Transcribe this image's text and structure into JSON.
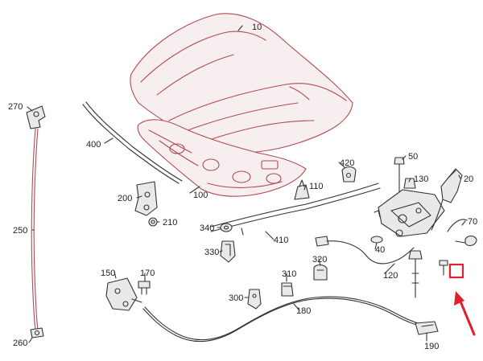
{
  "callouts": {
    "p10": "10",
    "p20": "20",
    "p40": "40",
    "p50": "50",
    "p70": "70",
    "p100": "100",
    "p110": "110",
    "p120": "120",
    "p130": "130",
    "p150": "150",
    "p170": "170",
    "p180": "180",
    "p190": "190",
    "p200": "200",
    "p210": "210",
    "p250": "250",
    "p260": "260",
    "p270": "270",
    "p300": "300",
    "p310": "310",
    "p320": "320",
    "p330": "330",
    "p340": "340",
    "p400": "400",
    "p410": "410",
    "p420": "420"
  },
  "colors": {
    "part_stroke": "#b24a52",
    "outline_stroke": "#333333",
    "highlight_box": "#e0202a",
    "arrow": "#e0202a"
  }
}
